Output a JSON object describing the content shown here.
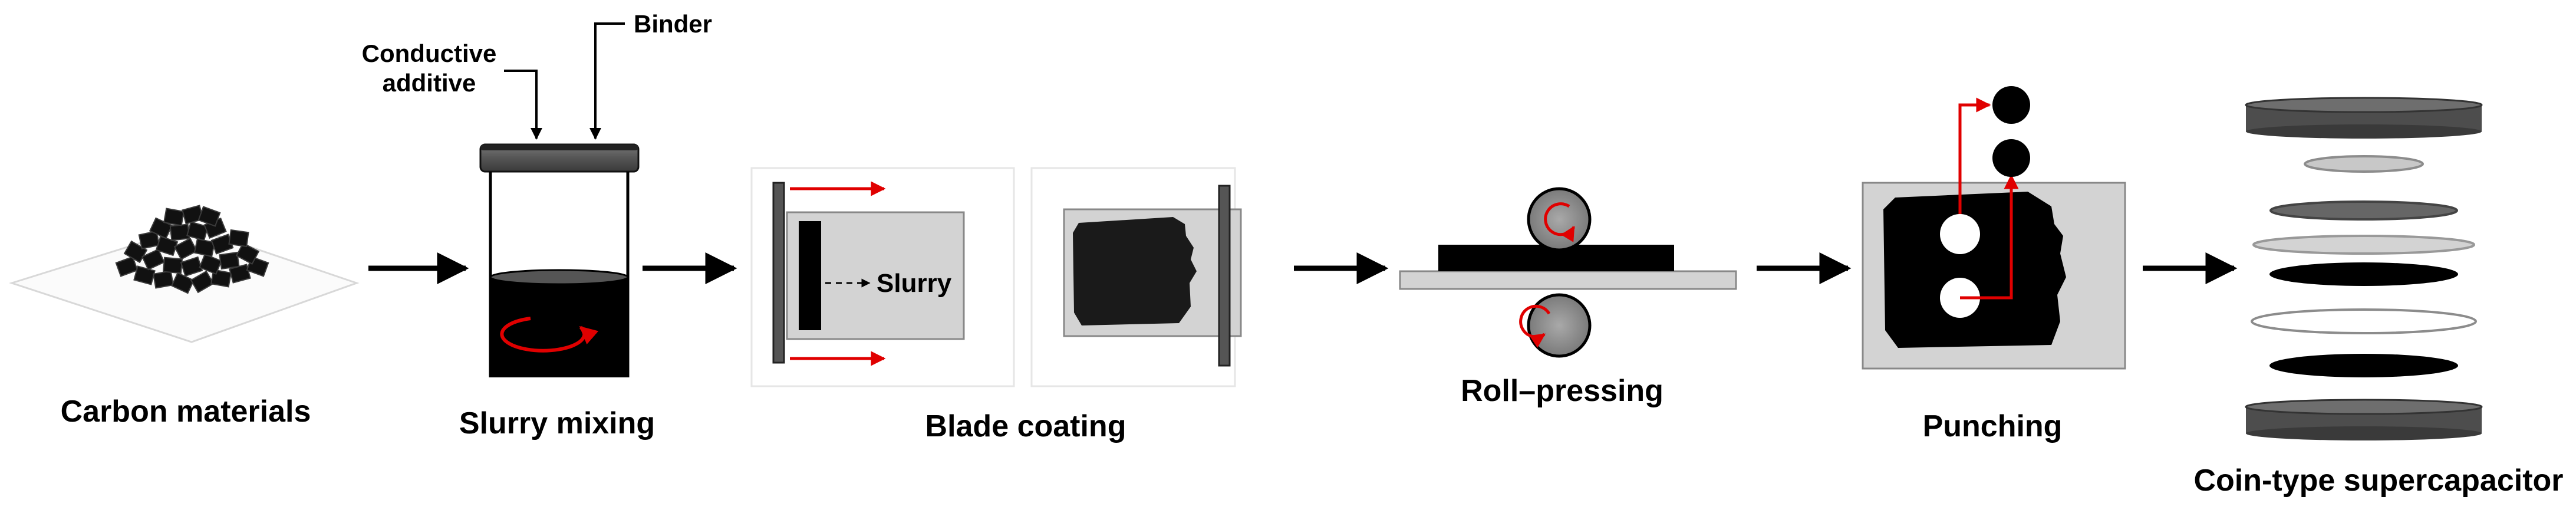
{
  "steps": {
    "carbon_materials": "Carbon materials",
    "slurry_mixing": "Slurry mixing",
    "blade_coating": "Blade coating",
    "roll_pressing": "Roll–pressing",
    "punching": "Punching",
    "coin_cell": "Coin-type supercapacitor"
  },
  "annotations": {
    "conductive_line1": "Conductive",
    "conductive_line2": "additive",
    "binder": "Binder",
    "slurry": "Slurry"
  },
  "colors": {
    "black": "#000000",
    "red": "#e00000",
    "panel_gray": "#d3d3d3",
    "dark_gray": "#555555",
    "mid_gray": "#8c8c8c",
    "light_gray": "#c8c8c8"
  }
}
